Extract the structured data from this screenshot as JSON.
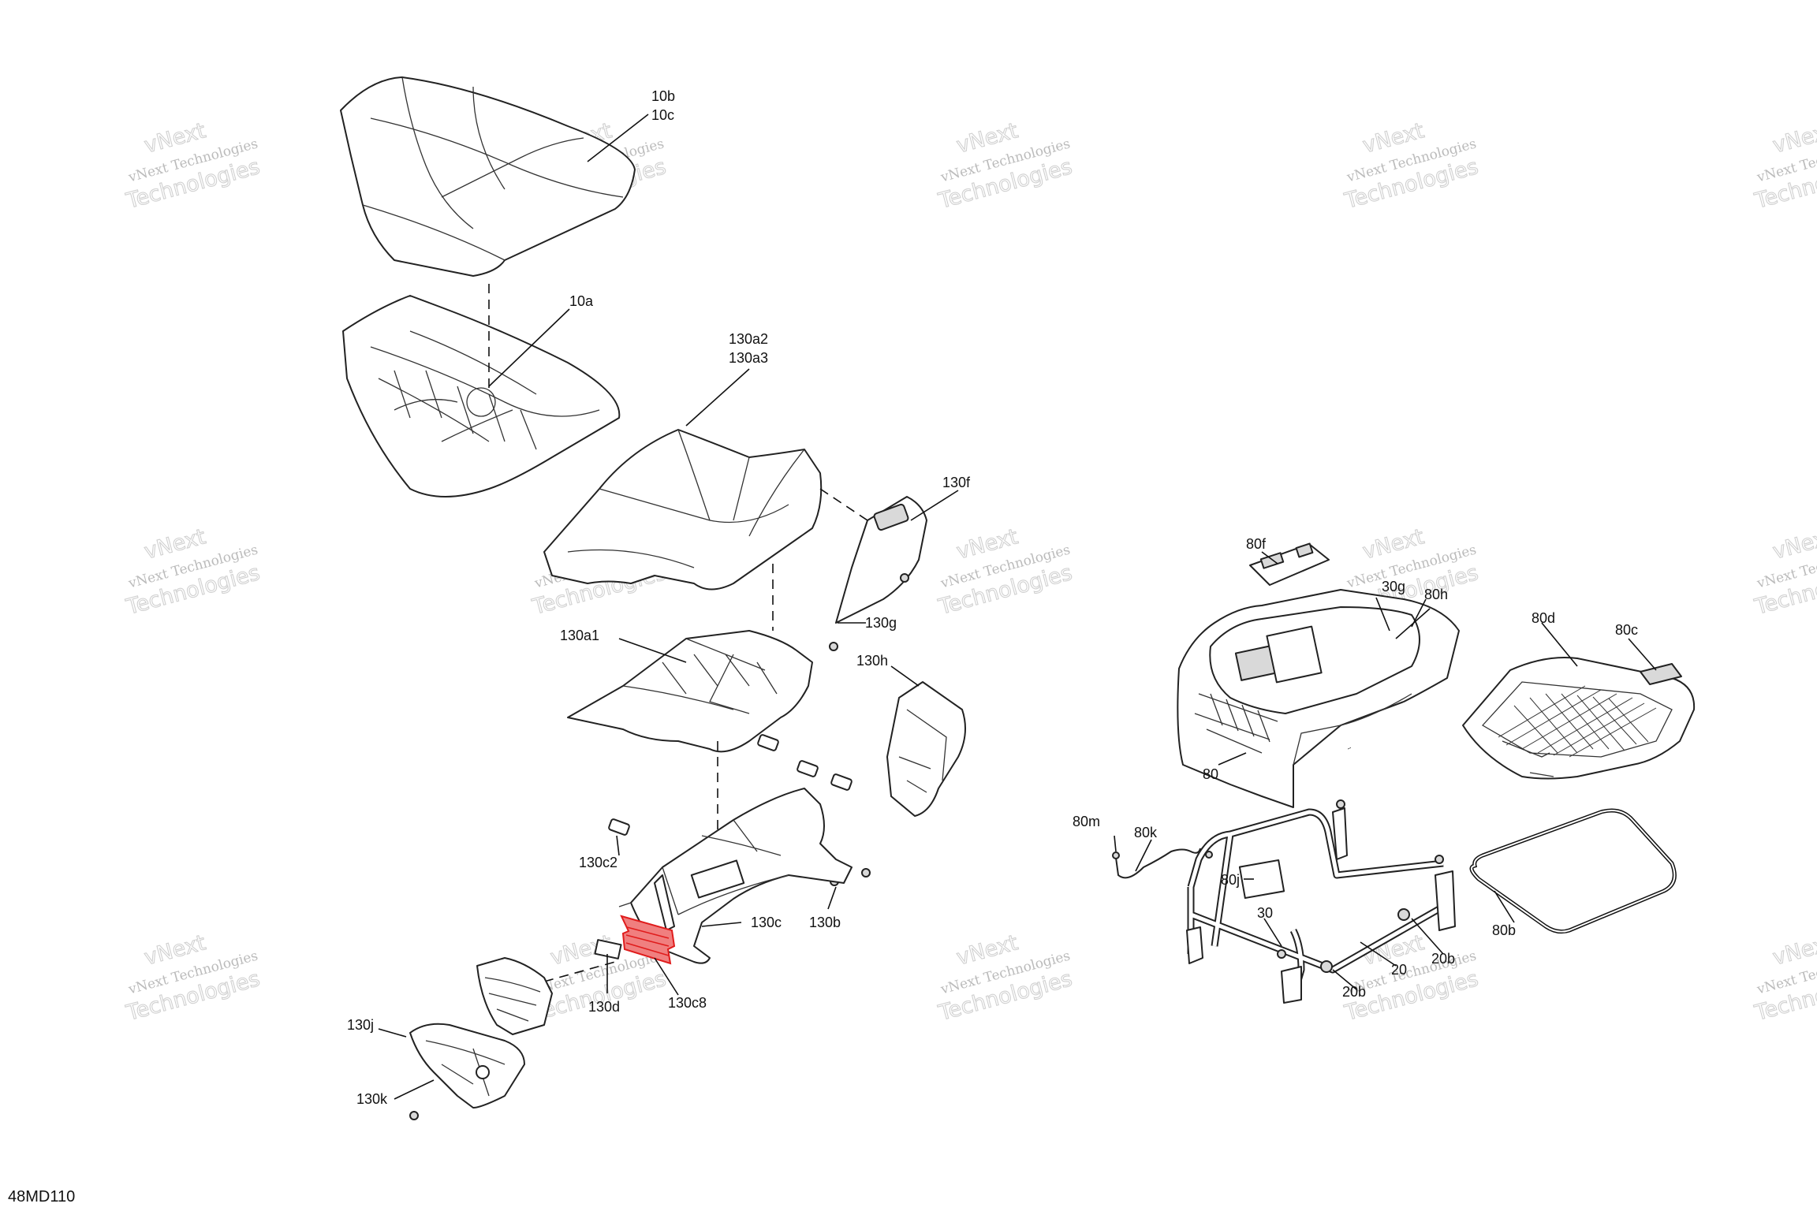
{
  "diagram_code": "48MD110",
  "watermark": {
    "line1": "vNext Technologies",
    "line2": "vNext",
    "line3": "Technologies"
  },
  "callouts": {
    "c10b": "10b",
    "c10c": "10c",
    "c10a": "10a",
    "c130a2": "130a2",
    "c130a3": "130a3",
    "c130f": "130f",
    "c130g": "130g",
    "c130a1": "130a1",
    "c130h": "130h",
    "c130c2": "130c2",
    "c130c": "130c",
    "c130b": "130b",
    "c130d": "130d",
    "c130c8": "130c8",
    "c130j": "130j",
    "c130k": "130k",
    "c80f": "80f",
    "c30g": "30g",
    "c80h": "80h",
    "c80d": "80d",
    "c80c": "80c",
    "c80": "80",
    "c80m": "80m",
    "c80k": "80k",
    "c80j": "80j",
    "c30": "30",
    "c20": "20",
    "c20b1": "20b",
    "c20b2": "20b",
    "c80b": "80b"
  },
  "highlight": {
    "part": "130c8",
    "color": "#e01c1c"
  }
}
